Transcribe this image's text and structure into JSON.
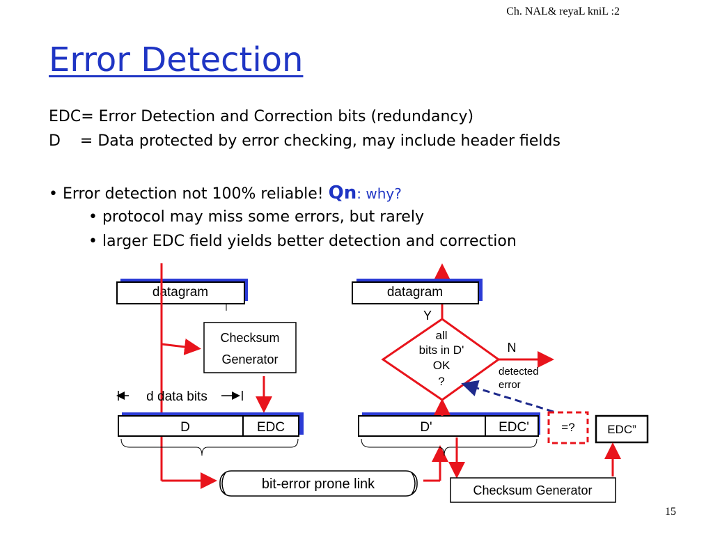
{
  "header": {
    "chapter": "Ch. NAL& reyaL kniL :2"
  },
  "title": "Error Detection",
  "definitions": {
    "edc": "EDC= Error Detection and Correction bits (redundancy)",
    "d": "D    = Data protected by error checking, may include header fields"
  },
  "bullets": {
    "main_prefix": "• Error detection not 100% reliable! ",
    "qn": "Qn",
    "why": ": why?",
    "sub1": "• protocol may miss some errors, but rarely",
    "sub2": "• larger EDC field yields better detection and correction"
  },
  "diagram": {
    "datagram_left": "datagram",
    "datagram_right": "datagram",
    "checksum_gen_1": "Checksum",
    "checksum_gen_2": "Generator",
    "d_data_bits": "d data bits",
    "field_d": "D",
    "field_edc": "EDC",
    "field_d_prime": "D'",
    "field_edc_prime": "EDC'",
    "link": "bit-error prone link",
    "decision_1": "all",
    "decision_2": "bits in D'",
    "decision_3": "OK",
    "decision_4": "?",
    "yes": "Y",
    "no": "N",
    "detected_1": "detected",
    "detected_2": "error",
    "compare": "=?",
    "edc_double_prime": "EDC”",
    "checksum_generator_right": "Checksum Generator"
  },
  "colors": {
    "title_blue": "#1f35c4",
    "arrow_red": "#e8141c",
    "shadow_blue": "#2b3bd6",
    "dash_navy": "#1e2a8c"
  },
  "page_number": "15"
}
